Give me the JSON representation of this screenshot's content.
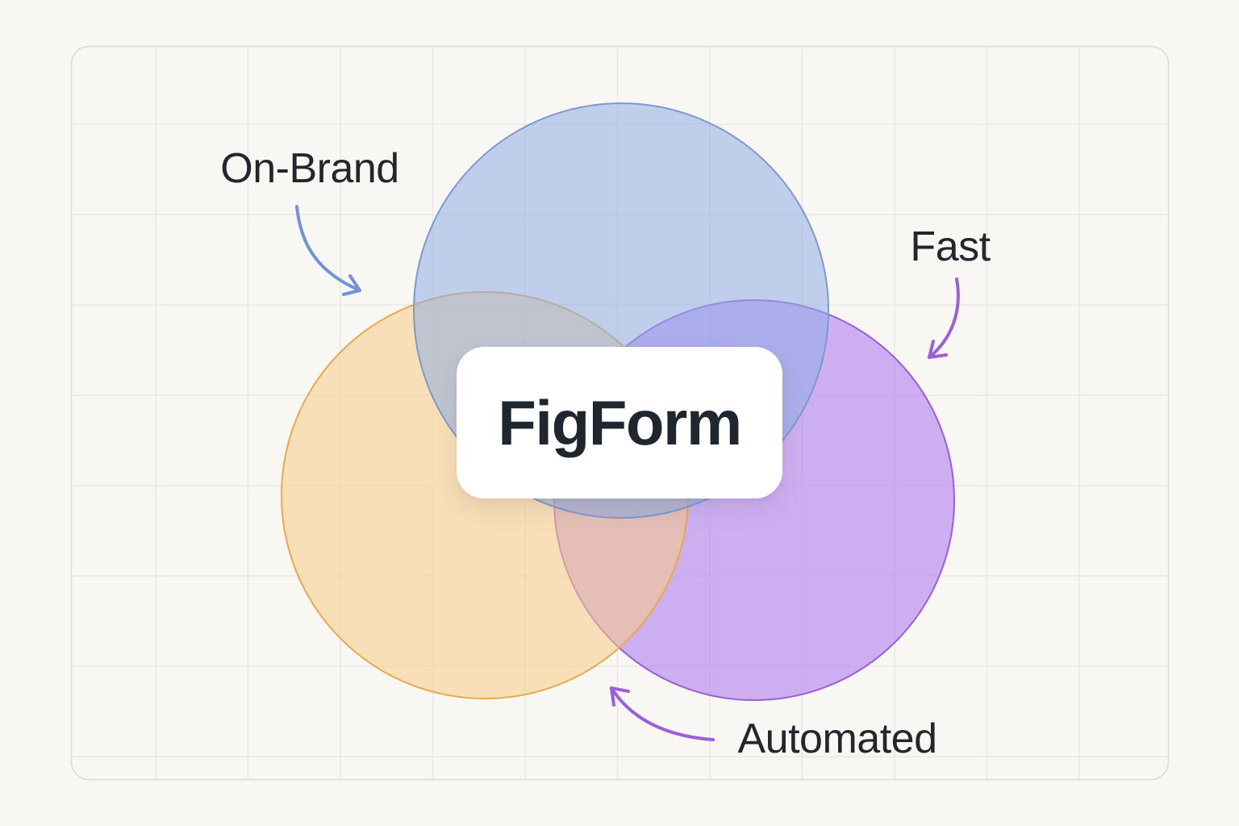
{
  "diagram": {
    "center_label": "FigForm",
    "circles": [
      {
        "label": "On-Brand",
        "fill": "#90ADE3",
        "stroke": "#7E99CF"
      },
      {
        "label": "Fast",
        "fill": "#A974EE",
        "stroke": "#9B5FD6"
      },
      {
        "label": "Automated",
        "fill": "#F9CC85",
        "stroke": "#E8A94C"
      }
    ],
    "labels": {
      "on_brand": "On-Brand",
      "fast": "Fast",
      "automated": "Automated"
    },
    "arrows": {
      "on_brand_color": "#7091DB",
      "fast_color": "#9C5ED9",
      "automated_color": "#9C5ED9"
    },
    "colors": {
      "background": "#F8F7F4",
      "grid_line": "#EAE8E5",
      "frame_border": "#DBDAD8",
      "card_background": "#FFFFFF",
      "heading_text": "#20262E",
      "label_text": "#24262B"
    }
  }
}
